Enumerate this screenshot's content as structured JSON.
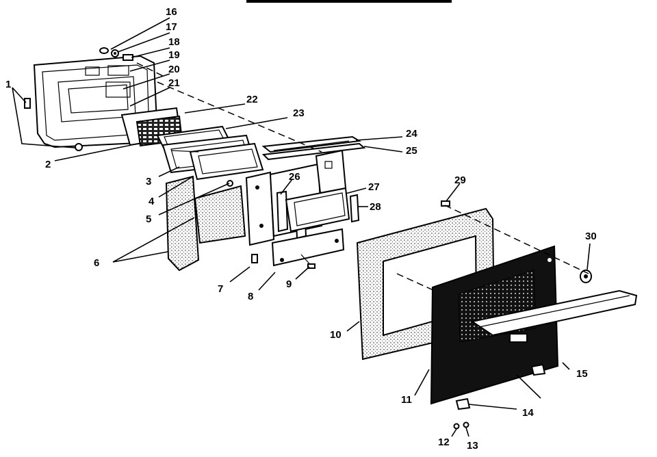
{
  "labels": {
    "l1": "1",
    "l2": "2",
    "l3": "3",
    "l4": "4",
    "l5": "5",
    "l6": "6",
    "l7": "7",
    "l8": "8",
    "l9": "9",
    "l10": "10",
    "l11": "11",
    "l12": "12",
    "l13": "13",
    "l14": "14",
    "l15": "15",
    "l16": "16",
    "l17": "17",
    "l18": "18",
    "l19": "19",
    "l20": "20",
    "l21": "21",
    "l22": "22",
    "l23": "23",
    "l24": "24",
    "l25": "25",
    "l26": "26",
    "l27": "27",
    "l28": "28",
    "l29": "29",
    "l30": "30"
  },
  "colors": {
    "ink": "#000000",
    "background": "#ffffff",
    "stipple": "#9a9a9a",
    "panel": "#111111"
  }
}
